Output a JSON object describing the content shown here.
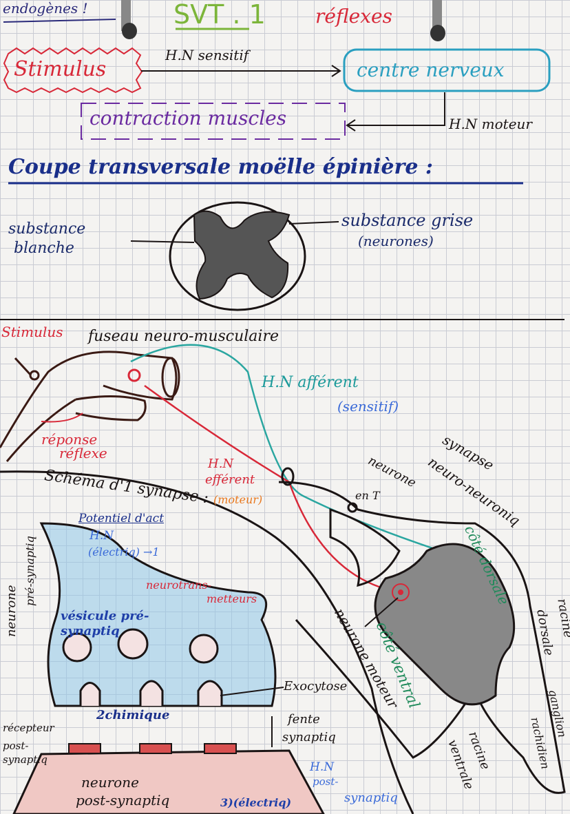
{
  "header": {
    "corner_note": "endogènes !",
    "title": "SVT . 1",
    "subtitle": "réflexes"
  },
  "reflex_flow": {
    "stimulus": "Stimulus",
    "sensitive_path": "H.N sensitif",
    "center": "centre nerveux",
    "motor_path": "H.N moteur",
    "effect": "contraction muscles"
  },
  "cross_section": {
    "heading": "Coupe transversale moëlle épinière :",
    "white_matter": [
      "substance",
      "blanche"
    ],
    "grey_matter": [
      "substance grise",
      "(neurones)"
    ]
  },
  "reflex_arc": {
    "stimulus": "Stimulus",
    "spindle": "fuseau neuro-musculaire",
    "afferent": [
      "H.N afférent",
      "(sensitif)"
    ],
    "response": [
      "réponse",
      "réflexe"
    ],
    "efferent": [
      "H.N",
      "efférent",
      "(moteur)"
    ],
    "synapse": [
      "synapse",
      "neuro-neuroniq"
    ],
    "t_neuron": [
      "neurone",
      "en T"
    ],
    "dorsal_side": "côté dorsale",
    "motor_neuron": "neurone moteur",
    "ventral_side": "côté ventral",
    "dorsal_root": [
      "racine",
      "dorsale"
    ],
    "ganglion": [
      "ganglion",
      "rachidien"
    ],
    "ventral_root": [
      "racine",
      "ventrale"
    ]
  },
  "synapse_diagram": {
    "heading": "Schéma d'1 synapse :",
    "action_potential": "Potentiel d'act",
    "hn_electric": [
      "H.N",
      "(électriq) →1"
    ],
    "neurotransmitters": [
      "neurotrans-",
      "metteurs"
    ],
    "vesicle": [
      "vésicule pré-",
      "synaptiq"
    ],
    "pre_neuron": [
      "neurone",
      "pré-synaptiq"
    ],
    "exocytosis": "Exocytose",
    "chemical": "2chimique",
    "cleft": [
      "fente",
      "synaptiq"
    ],
    "receptor": [
      "récepteur",
      "post-",
      "synaptiq"
    ],
    "post_neuron": [
      "neurone",
      "post-synaptiq"
    ],
    "electric3": "3)(électriq)",
    "hn_post": [
      "H.N",
      "post-",
      "synaptiq"
    ]
  },
  "colors": {
    "ink": "#1a1414",
    "red": "#d82838",
    "blue": "#1f3fa8",
    "cyan": "#2a9fc0",
    "teal": "#1b9a8a",
    "green": "#7cb53a",
    "purple": "#6a2aa0",
    "orange": "#e8781e",
    "navy": "#1a2f8a",
    "darkgreen": "#1f8a5a"
  }
}
